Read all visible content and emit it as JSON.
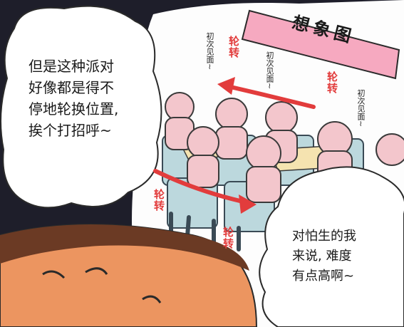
{
  "panel": {
    "left_bubble_text": "但是这种派对\n好像都是得不\n停地轮换位置,\n挨个打招呼~",
    "right_bubble_text": "对怕生的我\n来说, 难度\n有点高啊~",
    "sign_text": "想象图",
    "labels": {
      "first_meet_1": "初次见面~",
      "first_meet_2": "初次见面~",
      "first_meet_3": "初次见面~",
      "rotate_1": "轮转",
      "rotate_2": "轮转",
      "rotate_3": "轮转",
      "rotate_4": "轮转"
    }
  },
  "colors": {
    "sign_pink": "#f6a9c0",
    "figure_pink": "#f3c6cc",
    "chair_blue": "#bcd8dd",
    "arrow_red": "#e23c3c",
    "face_orange": "#ec9560",
    "hair_brown": "#6b3a24",
    "background_dark": "#1e1e2a"
  }
}
